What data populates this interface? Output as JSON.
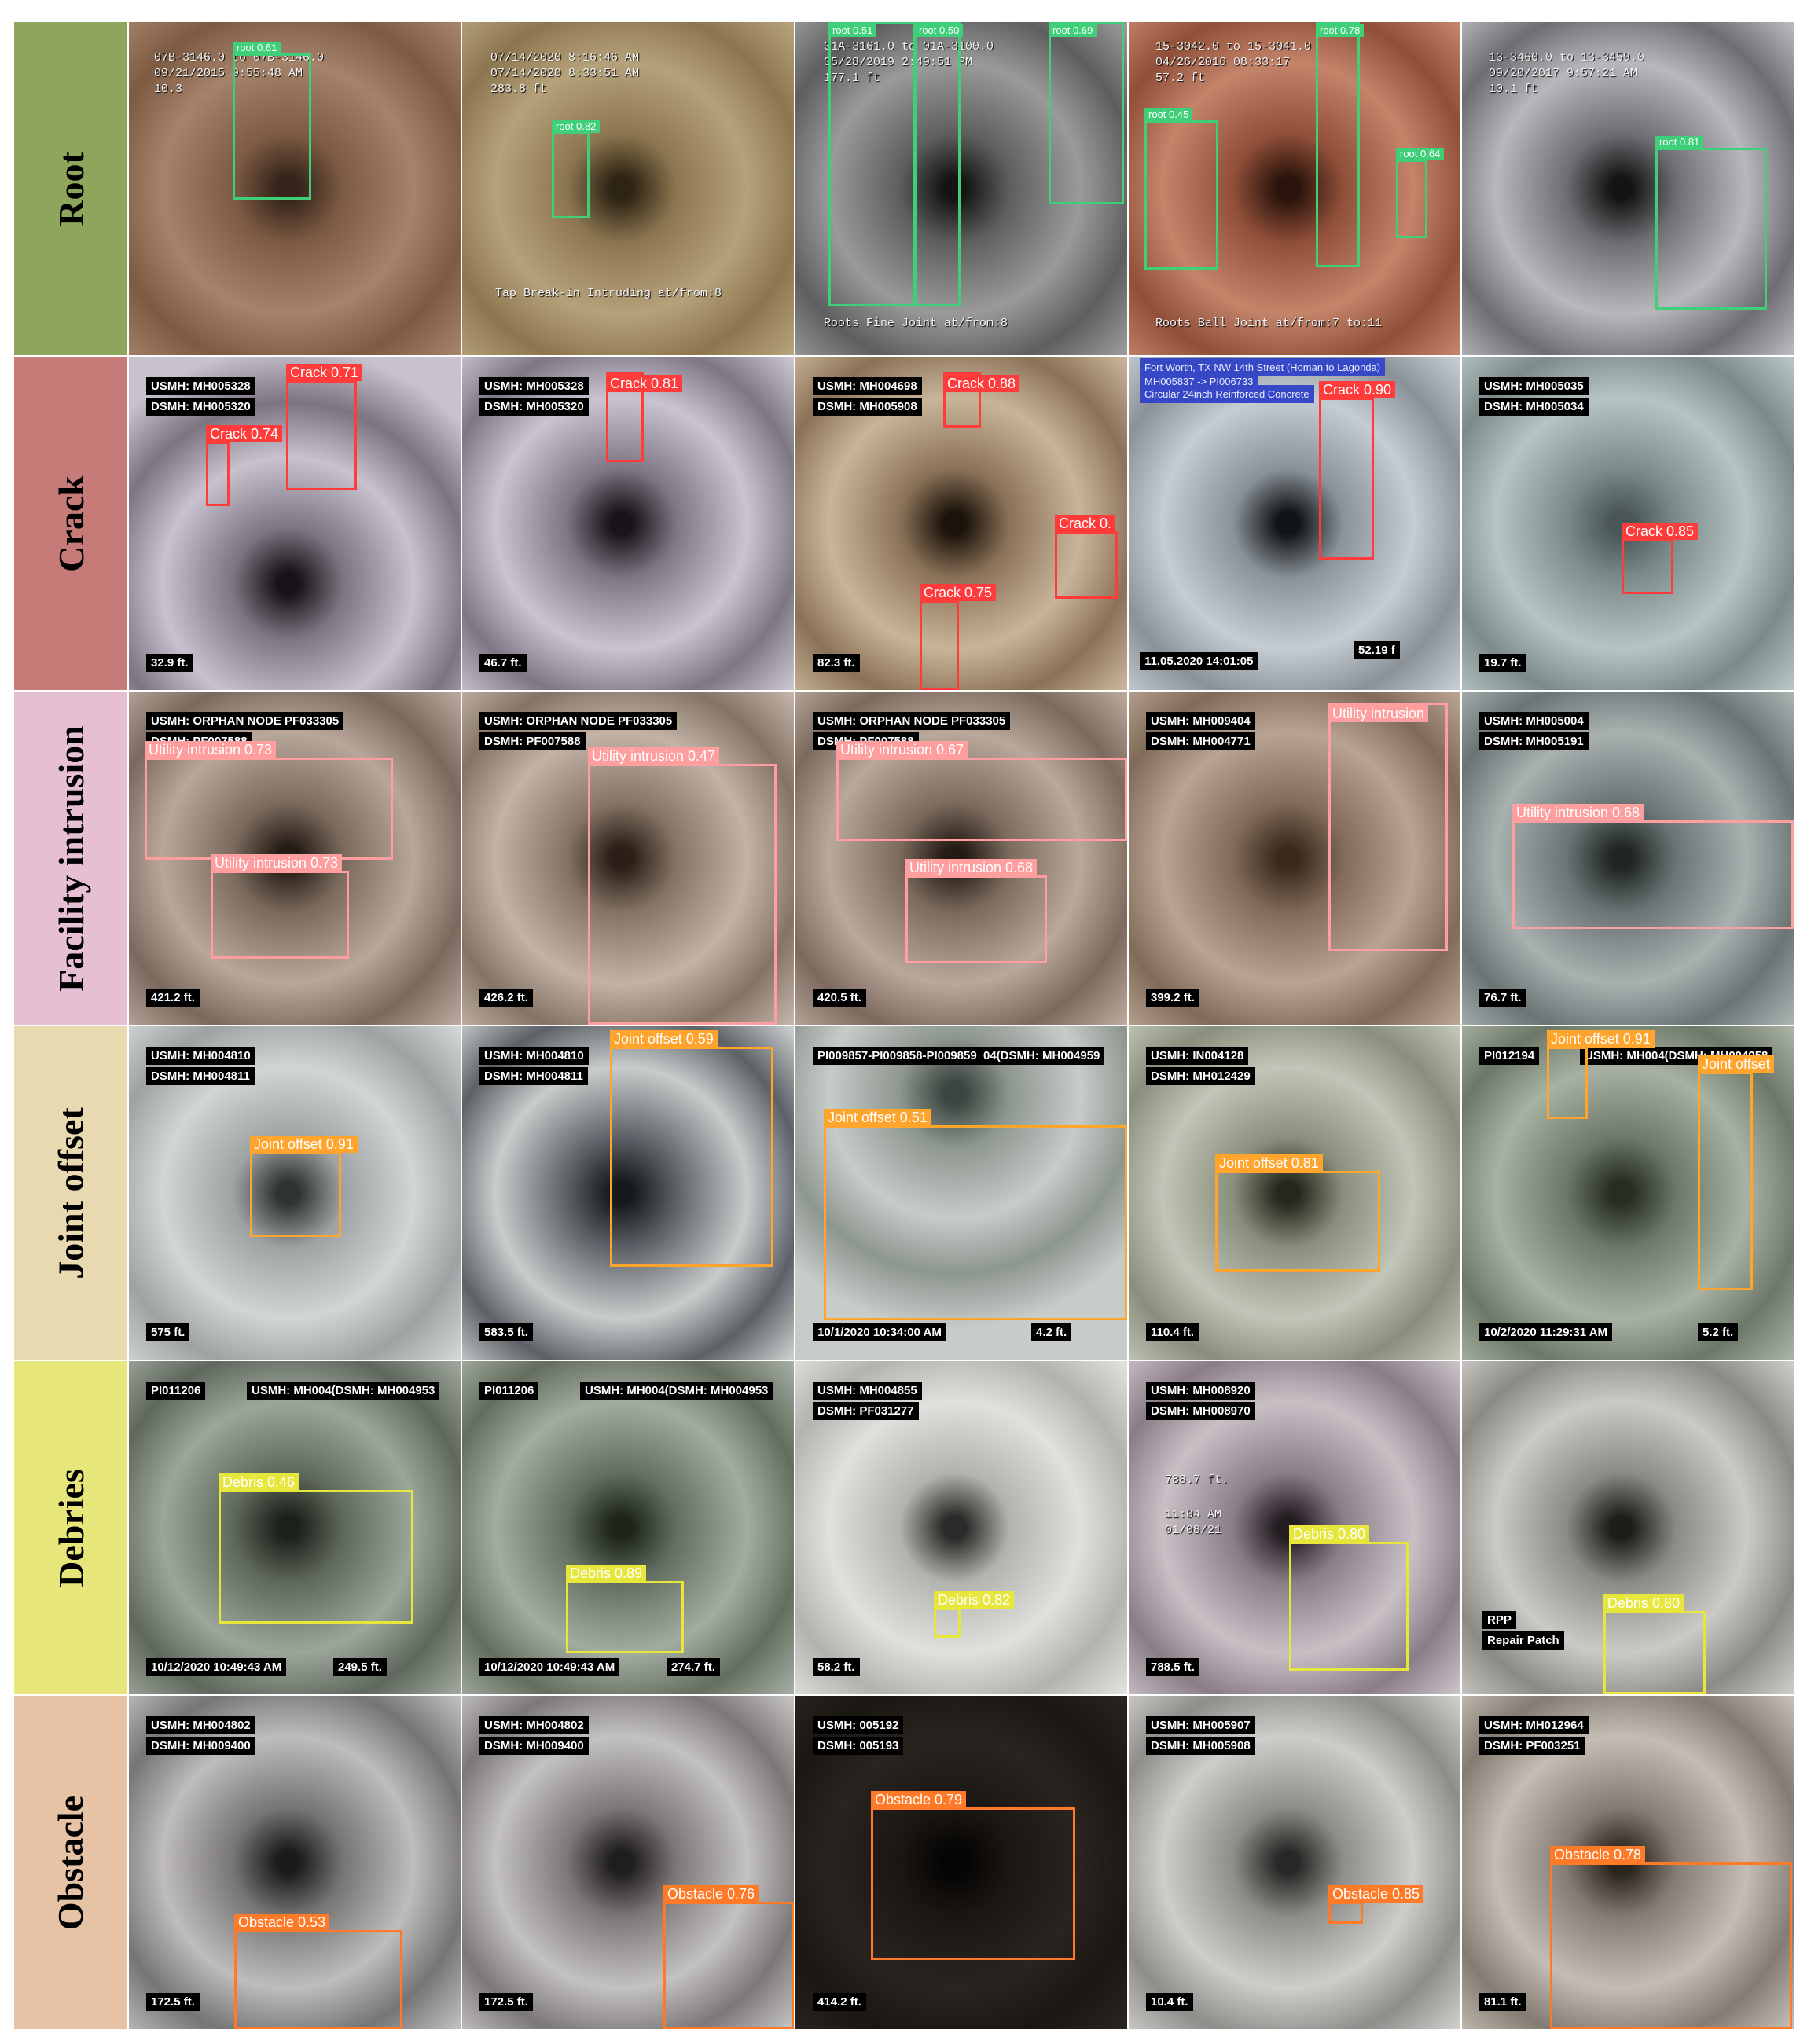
{
  "rows": [
    {
      "label": "Root",
      "label_color": "#8da65b",
      "box_color": "#3ecf78",
      "tag_text_color": "#ffffff",
      "cells": [
        {
          "palette": [
            "#a5836a",
            "#7d5b43",
            "#35241a"
          ],
          "texts": [
            {
              "t": "07B-3146.0 to 07B-3146.0",
              "s": "mono"
            },
            {
              "t": "09/21/2015  9:55:48 AM",
              "s": "mono"
            },
            {
              "t": "10.3",
              "s": "mono"
            }
          ],
          "boxes": [
            {
              "label": "root 0.61"
            }
          ]
        },
        {
          "palette": [
            "#b6a27a",
            "#8c7650",
            "#2e2414"
          ],
          "texts": [
            {
              "t": "07/14/2020  8:16:46 AM",
              "s": "mono"
            },
            {
              "t": "07/14/2020  8:33:51 AM",
              "s": "mono"
            },
            {
              "t": "283.8 ft",
              "s": "mono"
            },
            {
              "t": "Tap Break-in Intruding at/from:8",
              "s": "mono"
            }
          ],
          "boxes": [
            {
              "label": "root 0.82"
            }
          ]
        },
        {
          "palette": [
            "#9a9a9a",
            "#5e5e5e",
            "#141414"
          ],
          "texts": [
            {
              "t": "01A-3161.0 to 01A-3100.0",
              "s": "mono"
            },
            {
              "t": "05/28/2019  2:49:51 PM",
              "s": "mono"
            },
            {
              "t": "177.1 ft",
              "s": "mono"
            },
            {
              "t": "Roots Fine Joint at/from:8",
              "s": "mono"
            }
          ],
          "boxes": [
            {
              "label": "root 0.51"
            },
            {
              "label": "root 0.50"
            },
            {
              "label": "root 0.69"
            }
          ]
        },
        {
          "palette": [
            "#c4846a",
            "#8f4f38",
            "#2a130b"
          ],
          "texts": [
            {
              "t": "15-3042.0 to 15-3041.0",
              "s": "mono"
            },
            {
              "t": "04/26/2016 08:33:17",
              "s": "mono"
            },
            {
              "t": "57.2 ft",
              "s": "mono"
            },
            {
              "t": "Roots Ball Joint at/from:7 to:11",
              "s": "mono"
            }
          ],
          "boxes": [
            {
              "label": "root 0.45"
            },
            {
              "label": "root 0.78"
            },
            {
              "label": "root 0.64"
            }
          ]
        },
        {
          "palette": [
            "#b8b8bc",
            "#6e6e72",
            "#141416"
          ],
          "texts": [
            {
              "t": "13-3460.0 to 13-3459.0",
              "s": "mono"
            },
            {
              "t": "09/20/2017  9:57:21 AM",
              "s": "mono"
            },
            {
              "t": "10.1 ft",
              "s": "mono"
            }
          ],
          "boxes": [
            {
              "label": "root 0.81"
            }
          ]
        }
      ]
    },
    {
      "label": "Crack",
      "label_color": "#c77b78",
      "box_color": "#ff3b3b",
      "tag_text_color": "#ffffff",
      "cells": [
        {
          "palette": [
            "#c8c2cf",
            "#7c7480",
            "#171318"
          ],
          "texts": [
            {
              "t": "USMH: MH005328",
              "s": "tag"
            },
            {
              "t": "DSMH: MH005320",
              "s": "tag"
            },
            {
              "t": "32.9 ft.",
              "s": "tag"
            }
          ],
          "boxes": [
            {
              "label": "Crack 0.71"
            },
            {
              "label": "Crack 0.74"
            }
          ]
        },
        {
          "palette": [
            "#cac4d2",
            "#7e7684",
            "#181419"
          ],
          "texts": [
            {
              "t": "USMH: MH005328",
              "s": "tag"
            },
            {
              "t": "DSMH: MH005320",
              "s": "tag"
            },
            {
              "t": "46.7 ft.",
              "s": "tag"
            }
          ],
          "boxes": [
            {
              "label": "Crack 0.81"
            }
          ]
        },
        {
          "palette": [
            "#c9b49a",
            "#8a7258",
            "#1c130b"
          ],
          "texts": [
            {
              "t": "USMH: MH004698",
              "s": "tag"
            },
            {
              "t": "DSMH: MH005908",
              "s": "tag"
            },
            {
              "t": "82.3 ft.",
              "s": "tag"
            }
          ],
          "boxes": [
            {
              "label": "Crack 0.88"
            },
            {
              "label": "Crack 0."
            },
            {
              "label": "Crack 0.75"
            }
          ]
        },
        {
          "palette": [
            "#c5ccd2",
            "#8a9298",
            "#101416"
          ],
          "texts": [
            {
              "t": "Fort Worth, TX NW 14th Street (Homan to Lagonda)",
              "s": "blue"
            },
            {
              "t": "MH005837 -> PI006733",
              "s": "blue"
            },
            {
              "t": "Circular 24inch Reinforced Concrete",
              "s": "blue"
            },
            {
              "t": "11.05.2020 14:01:05",
              "s": "tag"
            },
            {
              "t": "52.19 f",
              "s": "tag"
            }
          ],
          "boxes": [
            {
              "label": "Crack 0.90"
            }
          ]
        },
        {
          "palette": [
            "#b7c4c4",
            "#7c8a8a",
            "#4a5656"
          ],
          "texts": [
            {
              "t": "USMH: MH005035",
              "s": "tag"
            },
            {
              "t": "DSMH: MH005034",
              "s": "tag"
            },
            {
              "t": "19.7 ft.",
              "s": "tag"
            }
          ],
          "boxes": [
            {
              "label": "Crack 0.85"
            }
          ]
        }
      ]
    },
    {
      "label": "Facility intrusion",
      "label_color": "#e6bfd3",
      "box_color": "#ff9e9e",
      "tag_text_color": "#ffffff",
      "cells": [
        {
          "palette": [
            "#b8a79a",
            "#7a695c",
            "#241a14"
          ],
          "texts": [
            {
              "t": "USMH: ORPHAN NODE PF033305",
              "s": "tag"
            },
            {
              "t": "DSMH: PF007588",
              "s": "tag"
            },
            {
              "t": "421.2 ft.",
              "s": "tag"
            }
          ],
          "boxes": [
            {
              "label": "Utility intrusion 0.73"
            },
            {
              "label": "Utility intrusion 0.73"
            }
          ]
        },
        {
          "palette": [
            "#c2b3a6",
            "#857466",
            "#2b1f17"
          ],
          "texts": [
            {
              "t": "USMH: ORPHAN NODE PF033305",
              "s": "tag"
            },
            {
              "t": "DSMH: PF007588",
              "s": "tag"
            },
            {
              "t": "426.2 ft.",
              "s": "tag"
            }
          ],
          "boxes": [
            {
              "label": "Utility intrusion 0.47"
            }
          ]
        },
        {
          "palette": [
            "#b9a89b",
            "#7b6a5d",
            "#251b15"
          ],
          "texts": [
            {
              "t": "USMH: ORPHAN NODE PF033305",
              "s": "tag"
            },
            {
              "t": "DSMH: PF007588",
              "s": "tag"
            },
            {
              "t": "420.5 ft.",
              "s": "tag"
            }
          ],
          "boxes": [
            {
              "label": "Utility intrusion 0.67"
            },
            {
              "label": "Utility intrusion 0.68"
            }
          ]
        },
        {
          "palette": [
            "#b9a494",
            "#806a58",
            "#3a2a1e"
          ],
          "texts": [
            {
              "t": "USMH: MH009404",
              "s": "tag"
            },
            {
              "t": "DSMH: MH004771",
              "s": "tag"
            },
            {
              "t": "399.2 ft.",
              "s": "tag"
            }
          ],
          "boxes": [
            {
              "label": "Utility intrusion"
            }
          ]
        },
        {
          "palette": [
            "#a8b0b0",
            "#6b7474",
            "#202626"
          ],
          "texts": [
            {
              "t": "USMH: MH005004",
              "s": "tag"
            },
            {
              "t": "DSMH: MH005191",
              "s": "tag"
            },
            {
              "t": "76.7 ft.",
              "s": "tag"
            }
          ],
          "boxes": [
            {
              "label": "Utility intrusion 0.68"
            }
          ]
        }
      ]
    },
    {
      "label": "Joint offset",
      "label_color": "#e8d9b0",
      "box_color": "#ffa52e",
      "tag_text_color": "#ffffff",
      "cells": [
        {
          "palette": [
            "#d2d5d5",
            "#9ea2a2",
            "#2e3434"
          ],
          "texts": [
            {
              "t": "USMH: MH004810",
              "s": "tag"
            },
            {
              "t": "DSMH: MH004811",
              "s": "tag"
            },
            {
              "t": "575 ft.",
              "s": "tag"
            }
          ],
          "boxes": [
            {
              "label": "Joint offset 0.91"
            }
          ]
        },
        {
          "palette": [
            "#c8cccc",
            "#5b6166",
            "#15191c"
          ],
          "texts": [
            {
              "t": "USMH: MH004810",
              "s": "tag"
            },
            {
              "t": "DSMH: MH004811",
              "s": "tag"
            },
            {
              "t": "583.5 ft.",
              "s": "tag"
            }
          ],
          "boxes": [
            {
              "label": "Joint offset 0.59"
            }
          ]
        },
        {
          "palette": [
            "#c6ccc8",
            "#8e9690",
            "#3d4540"
          ],
          "texts": [
            {
              "t": "PI009857-PI009858-PI009859  04(DSMH: MH004959",
              "s": "tag"
            },
            {
              "t": "10/1/2020 10:34:00 AM",
              "s": "tag"
            },
            {
              "t": "4.2 ft.",
              "s": "tag"
            }
          ],
          "boxes": [
            {
              "label": "Joint offset 0.51"
            }
          ]
        },
        {
          "palette": [
            "#c2c6b8",
            "#8a8e7c",
            "#25291d"
          ],
          "texts": [
            {
              "t": "USMH: IN004128",
              "s": "tag"
            },
            {
              "t": "DSMH: MH012429",
              "s": "tag"
            },
            {
              "t": "110.4 ft.",
              "s": "tag"
            }
          ],
          "boxes": [
            {
              "label": "Joint offset 0.81"
            }
          ]
        },
        {
          "palette": [
            "#a8b2a4",
            "#6c7868",
            "#262e22"
          ],
          "texts": [
            {
              "t": "PI012194",
              "s": "tag"
            },
            {
              "t": "USMH: MH004(DSMH: MH004958",
              "s": "tag"
            },
            {
              "t": "10/2/2020 11:29:31 AM",
              "s": "tag"
            },
            {
              "t": "5.2 ft.",
              "s": "tag"
            }
          ],
          "boxes": [
            {
              "label": "Joint offset 0.91"
            },
            {
              "label": "Joint offset"
            }
          ]
        }
      ]
    },
    {
      "label": "Debries",
      "label_color": "#e6e67a",
      "box_color": "#e6e63c",
      "tag_text_color": "#ffffff",
      "cells": [
        {
          "palette": [
            "#9da69a",
            "#5f685c",
            "#1c221a"
          ],
          "texts": [
            {
              "t": "PI011206",
              "s": "tag"
            },
            {
              "t": "USMH: MH004(DSMH: MH004953",
              "s": "tag"
            },
            {
              "t": "10/12/2020 10:49:43 AM",
              "s": "tag"
            },
            {
              "t": "249.5 ft.",
              "s": "tag"
            }
          ],
          "boxes": [
            {
              "label": "Debris 0.46"
            }
          ]
        },
        {
          "palette": [
            "#a3aca0",
            "#636e60",
            "#1e261c"
          ],
          "texts": [
            {
              "t": "PI011206",
              "s": "tag"
            },
            {
              "t": "USMH: MH004(DSMH: MH004953",
              "s": "tag"
            },
            {
              "t": "10/12/2020 10:49:43 AM",
              "s": "tag"
            },
            {
              "t": "274.7 ft.",
              "s": "tag"
            }
          ],
          "boxes": [
            {
              "label": "Debris 0.89"
            }
          ]
        },
        {
          "palette": [
            "#e0e0dc",
            "#b2b2ae",
            "#2a2a28"
          ],
          "texts": [
            {
              "t": "USMH: MH004855",
              "s": "tag"
            },
            {
              "t": "DSMH: PF031277",
              "s": "tag"
            },
            {
              "t": "58.2 ft.",
              "s": "tag"
            }
          ],
          "boxes": [
            {
              "label": "Debris 0.82"
            }
          ]
        },
        {
          "palette": [
            "#c9c0c6",
            "#8a7e86",
            "#231c21"
          ],
          "texts": [
            {
              "t": "USMH: MH008920",
              "s": "tag"
            },
            {
              "t": "DSMH: MH008970",
              "s": "tag"
            },
            {
              "t": "788.7 ft.",
              "s": "mono"
            },
            {
              "t": "11:04 AM",
              "s": "mono"
            },
            {
              "t": "01/08/21",
              "s": "mono"
            },
            {
              "t": "788.5 ft.",
              "s": "tag"
            }
          ],
          "boxes": [
            {
              "label": "Debris 0.80"
            }
          ]
        },
        {
          "palette": [
            "#cbcac6",
            "#8c8a84",
            "#1e1d1a"
          ],
          "texts": [
            {
              "t": "RPP",
              "s": "tag"
            },
            {
              "t": "Repair Patch",
              "s": "tag"
            }
          ],
          "boxes": [
            {
              "label": "Debris 0.80"
            }
          ]
        }
      ]
    },
    {
      "label": "Obstacle",
      "label_color": "#e6c3a5",
      "box_color": "#ff7a28",
      "tag_text_color": "#ffffff",
      "cells": [
        {
          "palette": [
            "#bfbcbc",
            "#777474",
            "#1c1a1a"
          ],
          "texts": [
            {
              "t": "USMH: MH004802",
              "s": "tag"
            },
            {
              "t": "DSMH: MH009400",
              "s": "tag"
            },
            {
              "t": "172.5 ft.",
              "s": "tag"
            }
          ],
          "boxes": [
            {
              "label": "Obstacle 0.53"
            }
          ]
        },
        {
          "palette": [
            "#c4c1c1",
            "#7c7878",
            "#201d1d"
          ],
          "texts": [
            {
              "t": "USMH: MH004802",
              "s": "tag"
            },
            {
              "t": "DSMH: MH009400",
              "s": "tag"
            },
            {
              "t": "172.5 ft.",
              "s": "tag"
            }
          ],
          "boxes": [
            {
              "label": "Obstacle 0.76"
            }
          ]
        },
        {
          "palette": [
            "#2a2420",
            "#1a1612",
            "#050403"
          ],
          "texts": [
            {
              "t": "USMH: 005192",
              "s": "tag"
            },
            {
              "t": "DSMH: 005193",
              "s": "tag"
            },
            {
              "t": "414.2 ft.",
              "s": "tag"
            }
          ],
          "boxes": [
            {
              "label": "Obstacle 0.79"
            }
          ]
        },
        {
          "palette": [
            "#cfcdca",
            "#8f8d8a",
            "#2a2826"
          ],
          "texts": [
            {
              "t": "USMH: MH005907",
              "s": "tag"
            },
            {
              "t": "DSMH: MH005908",
              "s": "tag"
            },
            {
              "t": "10.4 ft.",
              "s": "tag"
            }
          ],
          "boxes": [
            {
              "label": "Obstacle 0.85"
            }
          ]
        },
        {
          "palette": [
            "#c4bdb4",
            "#847c72",
            "#2a241e"
          ],
          "texts": [
            {
              "t": "USMH: MH012964",
              "s": "tag"
            },
            {
              "t": "DSMH: PF003251",
              "s": "tag"
            },
            {
              "t": "81.1 ft.",
              "s": "tag"
            }
          ],
          "boxes": [
            {
              "label": "Obstacle 0.78"
            }
          ]
        }
      ]
    }
  ]
}
